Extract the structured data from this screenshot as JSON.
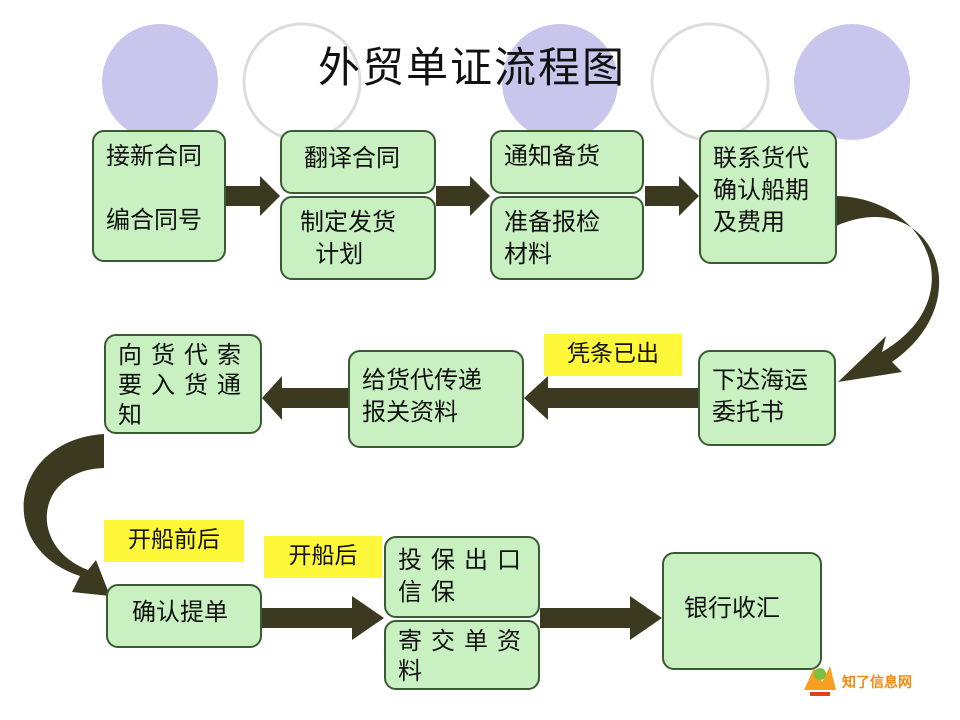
{
  "title": "外贸单证流程图",
  "steps": {
    "s1": {
      "lines": [
        "接新合同",
        "",
        "编合同号"
      ]
    },
    "s2_top": {
      "lines": [
        "翻译合同"
      ]
    },
    "s2_bottom": {
      "lines": [
        "制定发货",
        "  计划"
      ]
    },
    "s3_top": {
      "lines": [
        "通知备货"
      ]
    },
    "s3_bottom": {
      "lines": [
        "准备报检",
        "材料"
      ]
    },
    "s4": {
      "lines": [
        "联系货代",
        "确认船期",
        "及费用"
      ]
    },
    "s5": {
      "lines": [
        "下达海运",
        "委托书"
      ]
    },
    "s6": {
      "lines": [
        "给货代传递",
        "报关资料"
      ]
    },
    "s7": {
      "lines": [
        "向货代索",
        "要入货通",
        "知"
      ]
    },
    "s8": {
      "lines": [
        "确认提单"
      ]
    },
    "s9_top": {
      "lines": [
        "投保出口",
        "信保"
      ]
    },
    "s9_bottom": {
      "lines": [
        "寄交单资",
        "料"
      ]
    },
    "s10": {
      "lines": [
        "银行收汇"
      ]
    }
  },
  "notes": {
    "n1": "凭条已出",
    "n2": "开船前后",
    "n3": "开船后"
  },
  "watermark": {
    "logo_icon": "zhihu-logo-icon",
    "text": "知了信息网"
  },
  "colors": {
    "box_fill": "#c8f0c0",
    "box_border": "#3a5a34",
    "arrow": "#3b3a20",
    "note_fill": "#fff83a",
    "circle_purple": "#c9c6ee"
  }
}
